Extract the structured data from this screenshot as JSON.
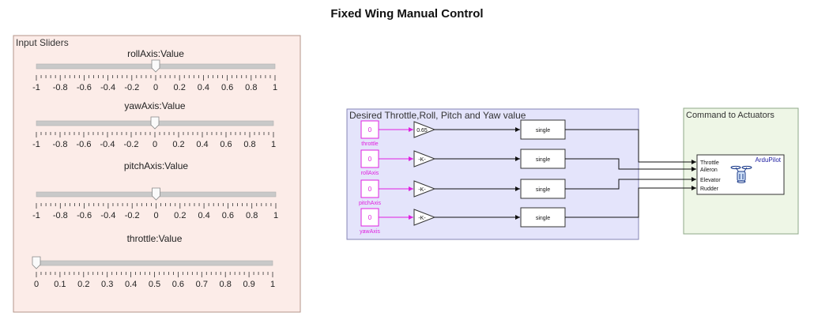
{
  "title": "Fixed Wing Manual Control",
  "colors": {
    "input_panel_fill": "#fcece8",
    "input_panel_stroke": "#b5948a",
    "subsystem_fill": "#e4e4fb",
    "subsystem_stroke": "#8585b6",
    "actuator_fill": "#eef6e6",
    "actuator_stroke": "#8fa888",
    "signal_magenta": "#e020e0",
    "slider_track": "#c9c9c9",
    "ardupilot_blue": "#1a1aa0"
  },
  "input_panel": {
    "title": "Input Sliders",
    "sliders": [
      {
        "label": "rollAxis:Value",
        "min": -1,
        "max": 1,
        "value": 0,
        "tick_labels": [
          "-1",
          "-0.8",
          "-0.6",
          "-0.4",
          "-0.2",
          "0",
          "0.2",
          "0.4",
          "0.6",
          "0.8",
          "1"
        ]
      },
      {
        "label": "yawAxis:Value",
        "min": -1,
        "max": 1,
        "value": 0,
        "tick_labels": [
          "-1",
          "-0.8",
          "-0.6",
          "-0.4",
          "-0.2",
          "0",
          "0.2",
          "0.4",
          "0.6",
          "0.8",
          "1"
        ]
      },
      {
        "label": "pitchAxis:Value",
        "min": -1,
        "max": 1,
        "value": 0,
        "tick_labels": [
          "-1",
          "-0.8",
          "-0.6",
          "-0.4",
          "-0.2",
          "0",
          "0.2",
          "0.4",
          "0.6",
          "0.8",
          "1"
        ]
      },
      {
        "label": "throttle:Value",
        "min": 0,
        "max": 1,
        "value": 0,
        "tick_labels": [
          "0",
          "0.1",
          "0.2",
          "0.3",
          "0.4",
          "0.5",
          "0.6",
          "0.7",
          "0.8",
          "0.9",
          "1"
        ]
      }
    ]
  },
  "subsystem": {
    "title": "Desired Throttle,Roll, Pitch and Yaw value",
    "rows": [
      {
        "constant_value": "0",
        "constant_label": "throttle",
        "gain": "0.65",
        "convert": "single"
      },
      {
        "constant_value": "0",
        "constant_label": "rollAxis",
        "gain": "-K-",
        "convert": "single"
      },
      {
        "constant_value": "0",
        "constant_label": "pitchAxis",
        "gain": "-K-",
        "convert": "single"
      },
      {
        "constant_value": "0",
        "constant_label": "yawAxis",
        "gain": "-K-",
        "convert": "single"
      }
    ]
  },
  "actuators": {
    "title": "Command to Actuators",
    "block_title": "ArduPilot",
    "block_icon": "quadcopter-icon",
    "ports": [
      "Throttle",
      "Aileron",
      "Elevator",
      "Rudder"
    ]
  }
}
